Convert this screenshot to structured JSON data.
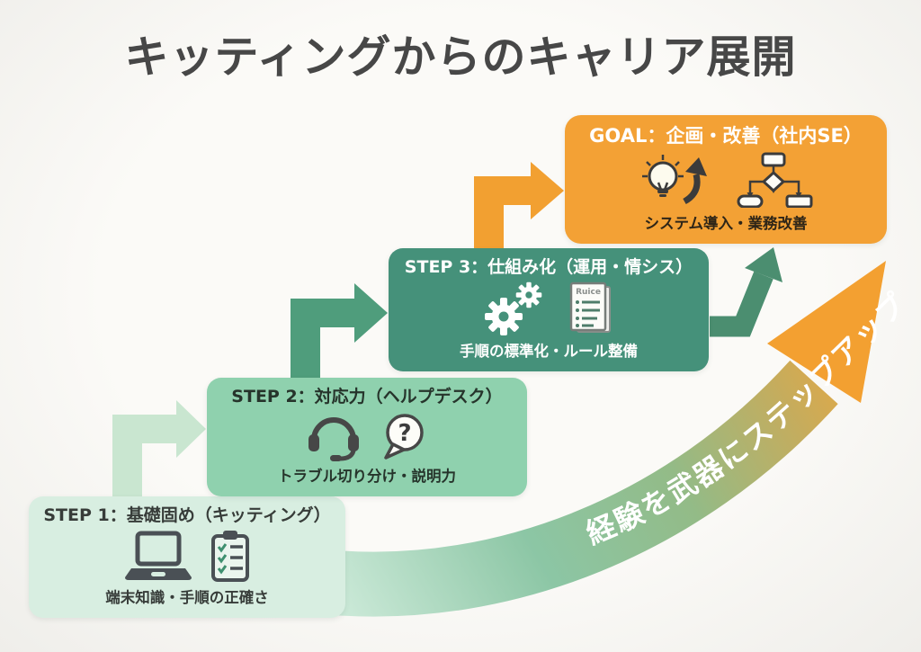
{
  "title": "キッティングからのキャリア展開",
  "steps": [
    {
      "id": "step1",
      "header": "STEP 1：基礎固め（キッティング）",
      "caption": "端末知識・手順の正確さ",
      "bg": "#d8eee1",
      "icons": [
        "laptop-icon",
        "clipboard-checklist-icon"
      ]
    },
    {
      "id": "step2",
      "header": "STEP 2：対応力（ヘルプデスク）",
      "caption": "トラブル切り分け・説明力",
      "bg": "#8fd1ae",
      "icons": [
        "headset-icon",
        "question-bubble-icon"
      ]
    },
    {
      "id": "step3",
      "header": "STEP 3：仕組み化（運用・情シス）",
      "caption": "手順の標準化・ルール整備",
      "bg": "#45917a",
      "icons": [
        "gears-icon",
        "rules-document-icon"
      ]
    },
    {
      "id": "goal",
      "header": "GOAL：企画・改善（社内SE）",
      "caption": "システム導入・業務改善",
      "bg": "#f3a135",
      "icons": [
        "idea-bulb-arrow-icon",
        "flowchart-icon"
      ]
    }
  ],
  "swoosh": {
    "label": "経験を武器にステップアップ",
    "color_start": "#c9e8d6",
    "color_end": "#f3a031"
  },
  "icon_text": {
    "question_mark": "?",
    "document_label": "Ruice"
  },
  "colors": {
    "background": "#f8f7f3",
    "title_text": "#474747",
    "arrow_step1_to_step2": "#c9e6d0",
    "arrow_step2_to_step3": "#4f9d7c",
    "arrow_step3_to_goal": "#f2a031",
    "arrow_goal_branch": "#4b8e70"
  }
}
